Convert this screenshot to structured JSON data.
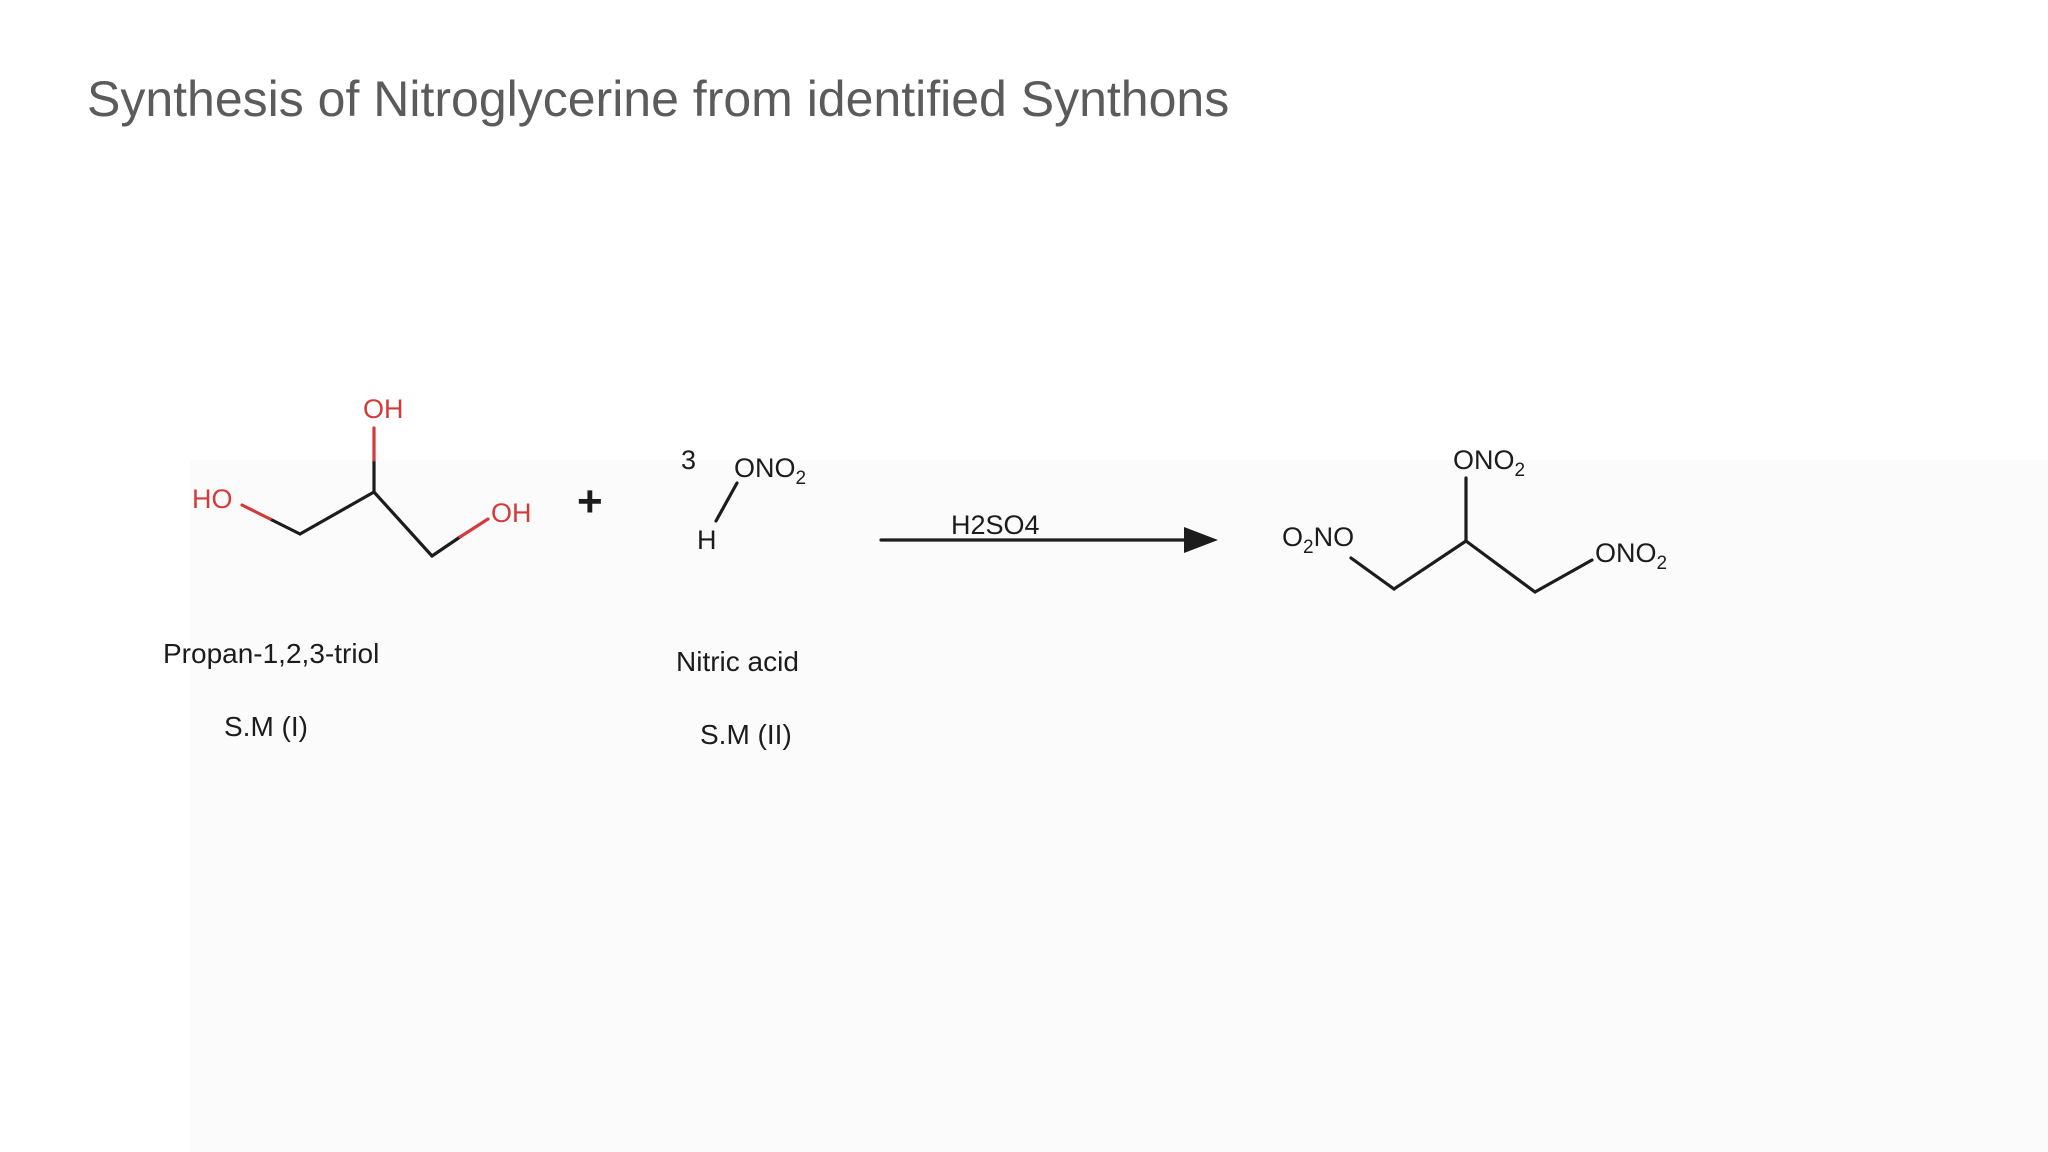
{
  "slide": {
    "title": "Synthesis of Nitroglycerine from identified Synthons"
  },
  "reactant1": {
    "atom_top": "OH",
    "atom_left": "HO",
    "atom_right": "OH",
    "name": "Propan-1,2,3-triol",
    "code": "S.M (I)"
  },
  "plus": "+",
  "reactant2": {
    "coefficient": "3",
    "group": "ONO",
    "group_sub": "2",
    "atom_h": "H",
    "name": "Nitric acid",
    "code": "S.M (II)"
  },
  "reaction": {
    "reagent": "H2SO4"
  },
  "product": {
    "top_group": "ONO",
    "top_sub": "2",
    "left_prefix": "O",
    "left_sub": "2",
    "left_suffix": "NO",
    "right_group": "ONO",
    "right_sub": "2"
  },
  "colors": {
    "title": "#5b5b5b",
    "hydroxyl": "#d43a3a",
    "bond": "#1c1c1c"
  }
}
